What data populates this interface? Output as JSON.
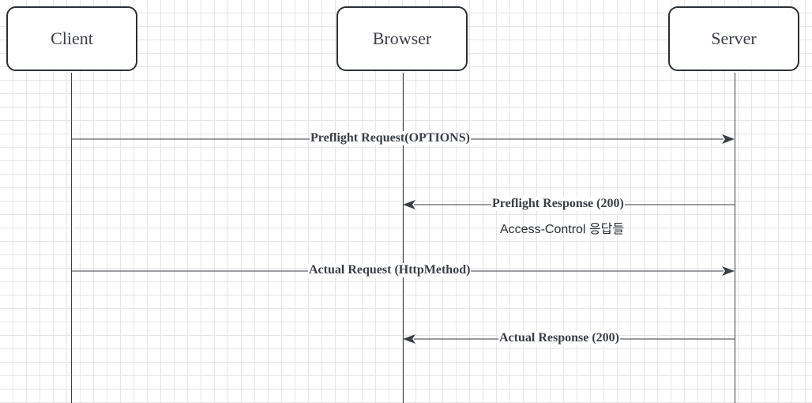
{
  "actors": {
    "client": "Client",
    "browser": "Browser",
    "server": "Server"
  },
  "messages": {
    "preflight_request": "Preflight Request(OPTIONS)",
    "preflight_response": "Preflight Response (200)",
    "preflight_note": "Access-Control 응답들",
    "actual_request": "Actual Request (HttpMethod)",
    "actual_response": "Actual Response (200)"
  },
  "colors": {
    "line": "#3a3e47",
    "box_border": "#2b2f36",
    "grid": "#e6e6e6",
    "background": "#ffffff"
  }
}
